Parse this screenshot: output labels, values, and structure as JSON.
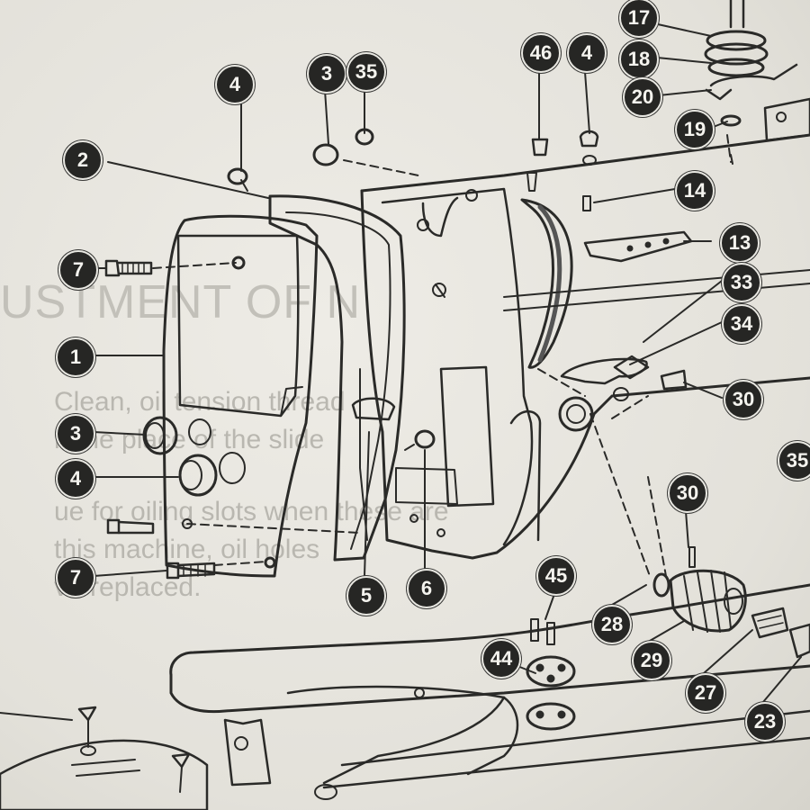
{
  "background_text": {
    "heading": "USTMENT OF N",
    "lines": [
      "Clean, oil tension thread",
      "n the place of the slide",
      "ue for oiling slots when these are",
      "this machine, oil holes",
      "ve replaced."
    ]
  },
  "callouts": [
    "1",
    "2",
    "3",
    "3",
    "4",
    "4",
    "4",
    "5",
    "6",
    "7",
    "7",
    "13",
    "14",
    "17",
    "18",
    "19",
    "20",
    "23",
    "27",
    "28",
    "29",
    "30",
    "30",
    "33",
    "34",
    "35",
    "35",
    "44",
    "45",
    "46"
  ],
  "colors": {
    "ink": "#2a2a28",
    "paper": "#e6e4de",
    "badge": "#262624"
  }
}
